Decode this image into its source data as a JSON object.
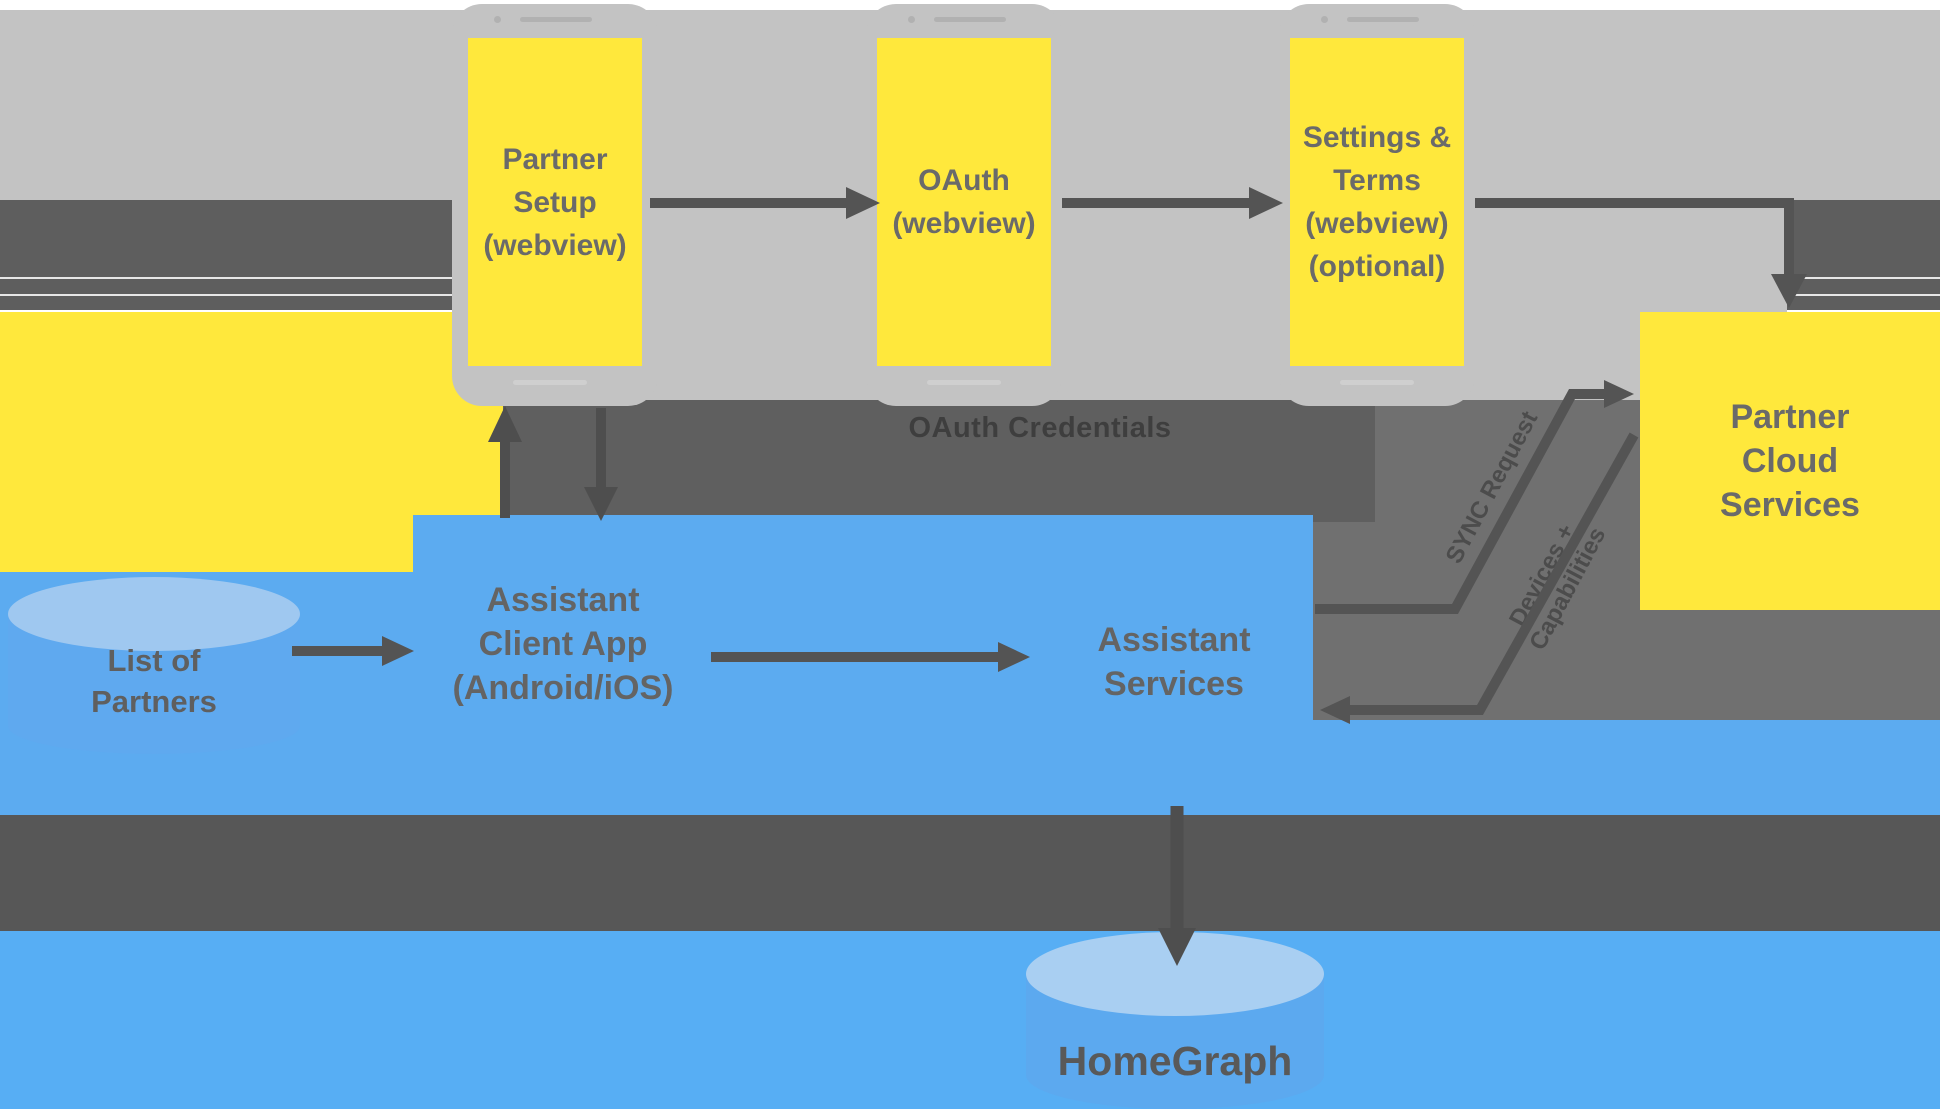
{
  "colors": {
    "yellow": "#ffe83c",
    "light_gray": "#c3c3c3",
    "dark_gray_band": "#5e5e5e",
    "oauth_band_gray": "#5f5f5f",
    "medium_gray": "#707070",
    "arrow_gray": "#545454",
    "blue": "#5cabf0",
    "bottom_blue": "#57aef4",
    "cylinder_top_blue": "#9fc8f0",
    "homegraph_top_blue": "#a9cff2",
    "bottom_dark_band": "#575757",
    "text_gray": "#646464"
  },
  "phones": {
    "partner_setup": {
      "line1": "Partner",
      "line2": "Setup",
      "line3": "(webview)"
    },
    "oauth": {
      "line1": "OAuth",
      "line2": "(webview)"
    },
    "settings_terms": {
      "line1": "Settings &",
      "line2": "Terms",
      "line3": "(webview)",
      "line4": "(optional)"
    }
  },
  "bands": {
    "oauth_credentials_label": "OAuth Credentials"
  },
  "nodes": {
    "list_of_partners": {
      "line1": "List of",
      "line2": "Partners"
    },
    "assistant_client_app": {
      "line1": "Assistant",
      "line2": "Client App",
      "line3": "(Android/iOS)"
    },
    "assistant_services": {
      "line1": "Assistant",
      "line2": "Services"
    },
    "partner_cloud_services": {
      "line1": "Partner",
      "line2": "Cloud",
      "line3": "Services"
    },
    "homegraph": {
      "label": "HomeGraph"
    }
  },
  "arrow_labels": {
    "sync_request": "SYNC Request",
    "devices_line1": "Devices +",
    "devices_line2": "Capabilities"
  }
}
